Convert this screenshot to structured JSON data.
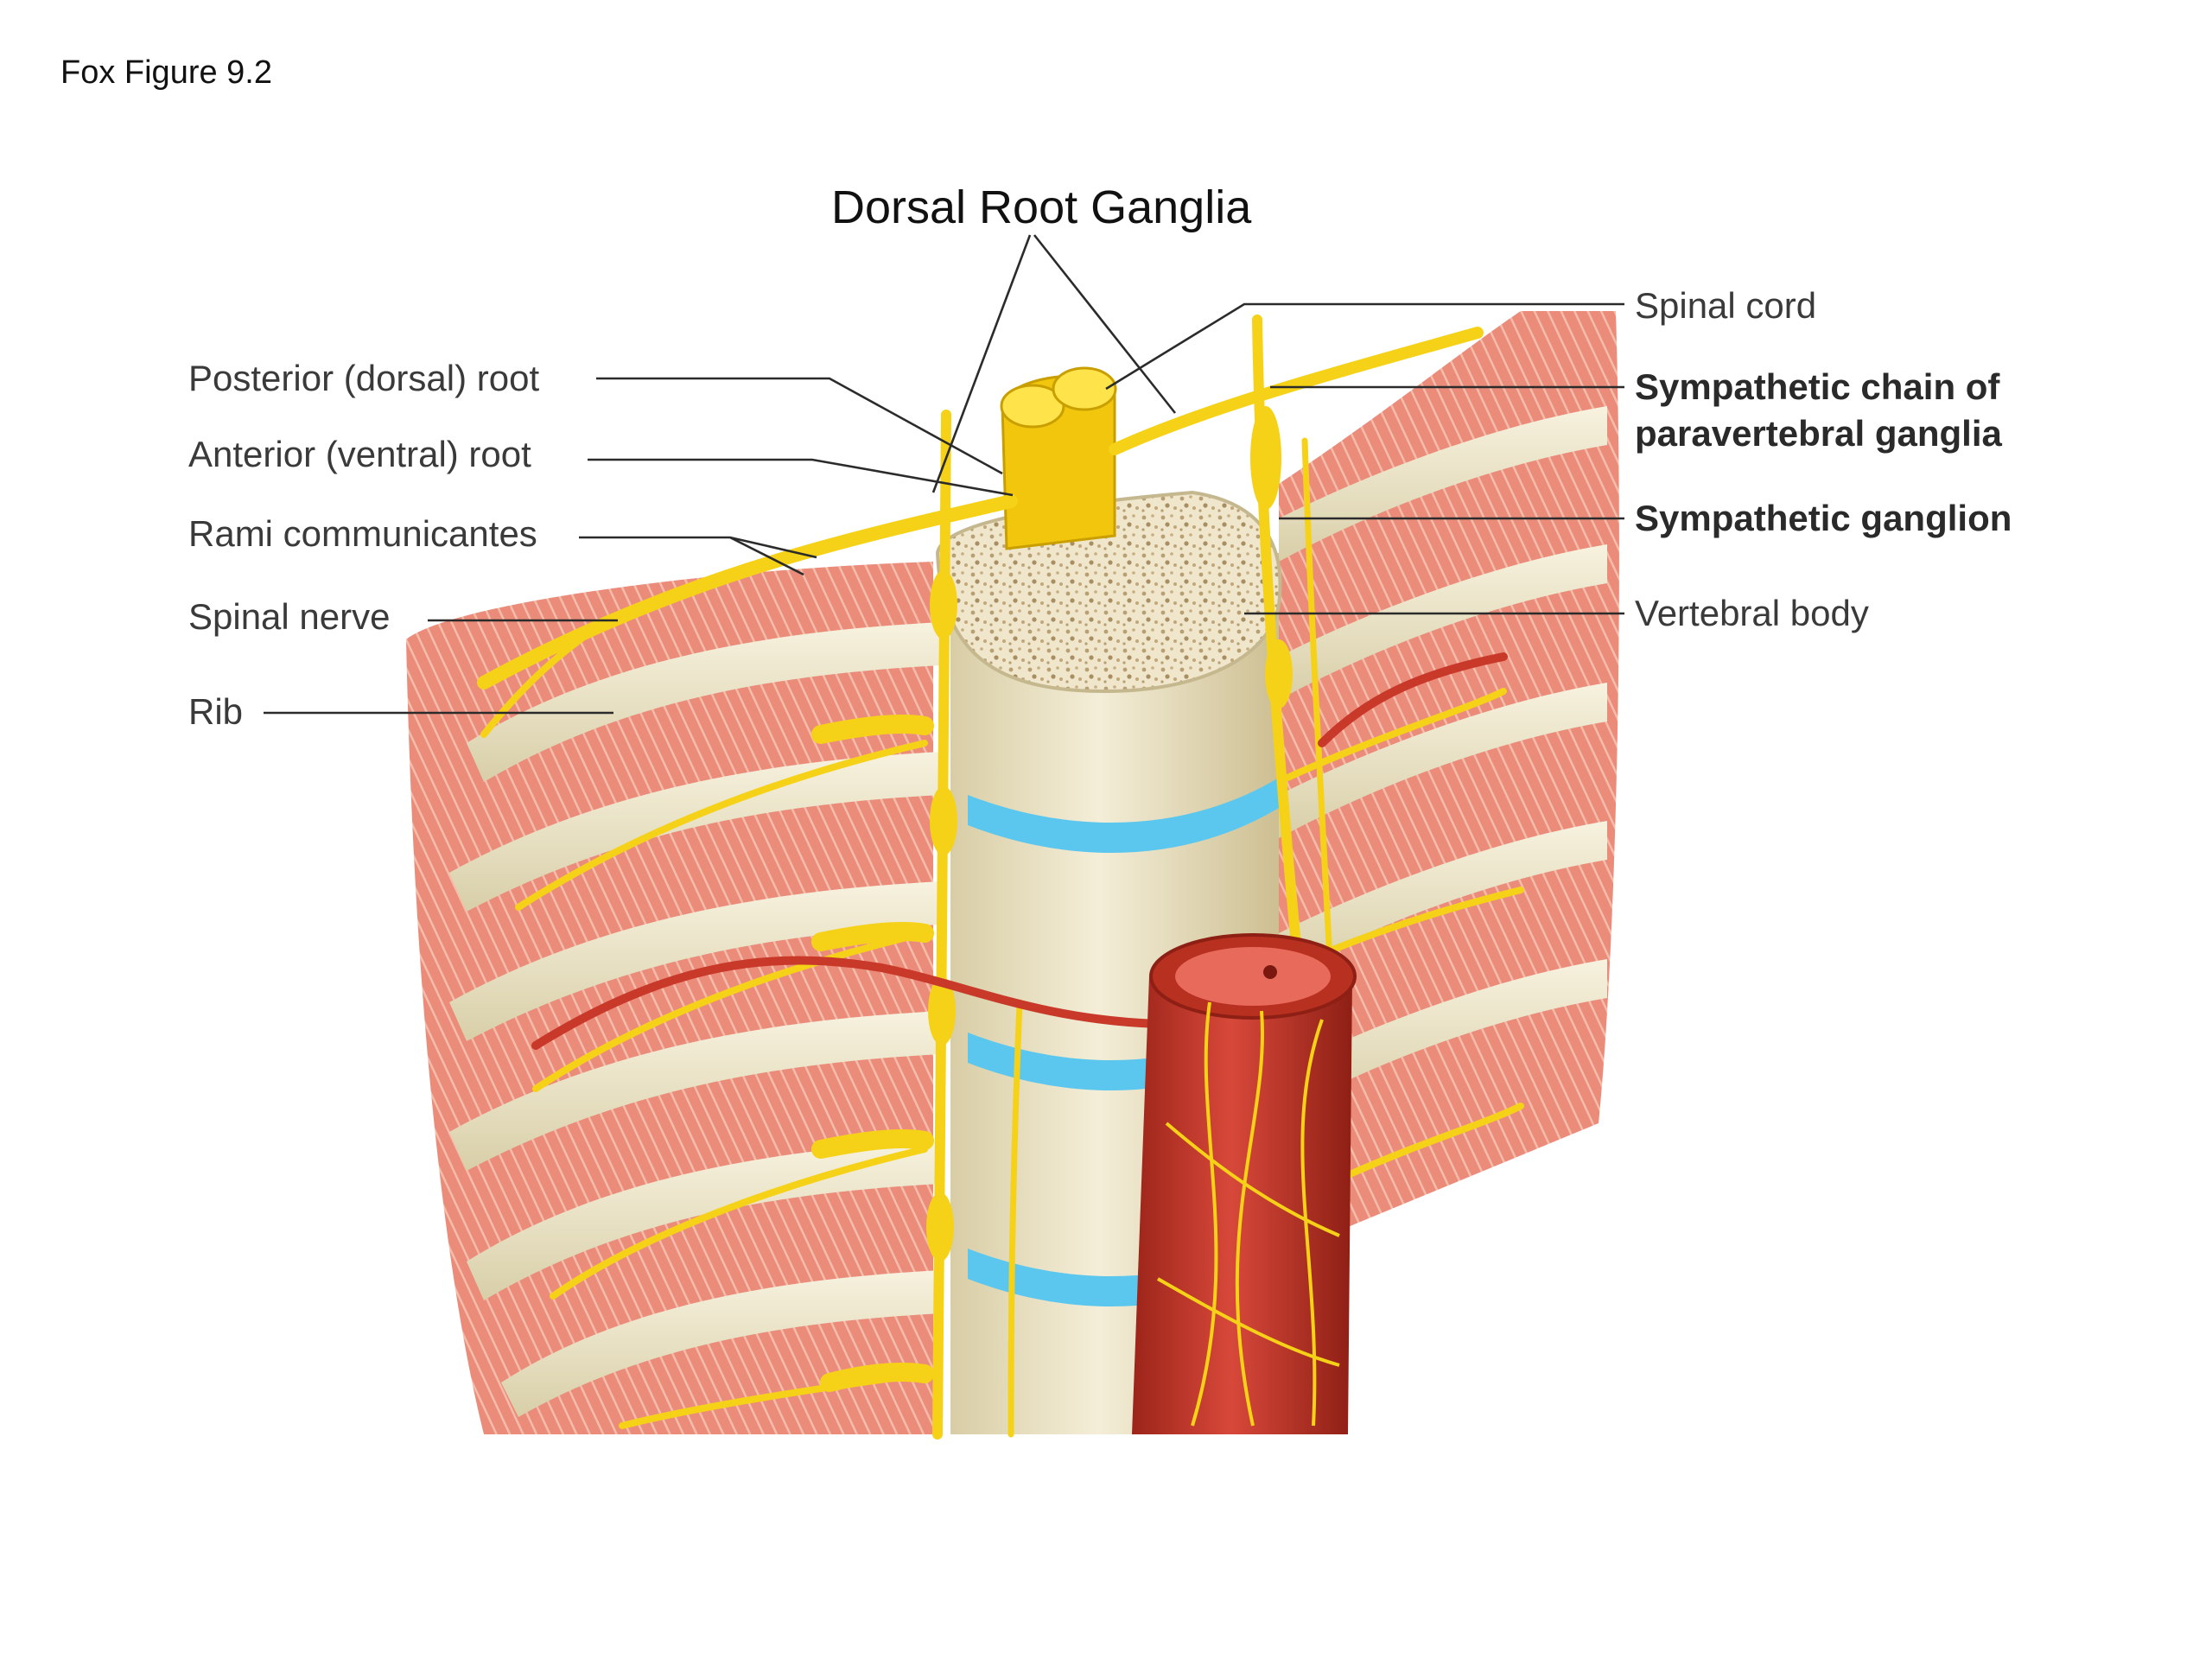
{
  "caption": "Fox Figure 9.2",
  "heading": "Dorsal Root Ganglia",
  "labels": {
    "posterior_root": "Posterior (dorsal) root",
    "anterior_root": "Anterior (ventral) root",
    "rami": "Rami communicantes",
    "spinal_nerve": "Spinal nerve",
    "rib": "Rib",
    "spinal_cord": "Spinal cord",
    "sympathetic_chain_1": "Sympathetic chain of",
    "sympathetic_chain_2": "paravertebral ganglia",
    "sympathetic_ganglion": "Sympathetic ganglion",
    "vertebral_body": "Vertebral body"
  },
  "colors": {
    "nerve": "#f5d218",
    "nerve_dark": "#d9b000",
    "muscle": "#e9826f",
    "muscle_light": "#f3b3a2",
    "bone": "#f1ead0",
    "bone_shadow": "#d9ceaa",
    "disc": "#5cc7ee",
    "artery": "#c9392a",
    "artery_dark": "#962418"
  }
}
